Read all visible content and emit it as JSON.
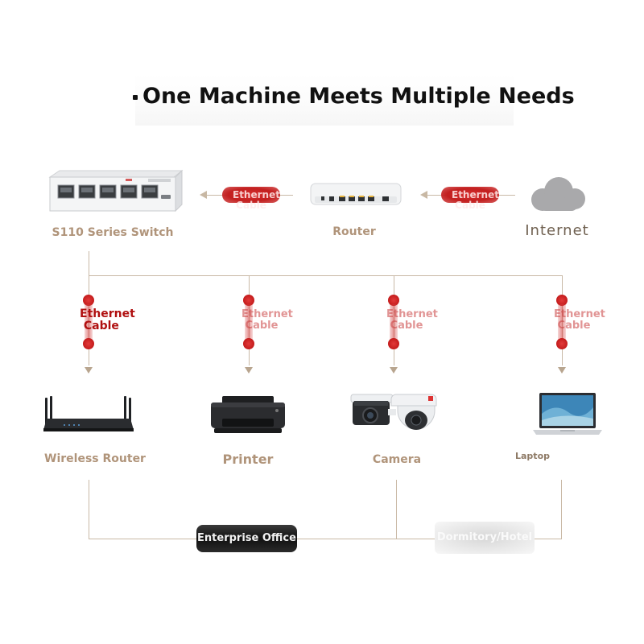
{
  "title": "One Machine Meets Multiple Needs",
  "top_row": {
    "switch_label": "S110 Series Switch",
    "router_label": "Router",
    "internet_label": "Internet",
    "cable_left": "Ethernet\n Cable",
    "cable_right": "Ethernet\n Cable"
  },
  "drops": [
    {
      "cable_text_1": "Ethernet",
      "cable_text_2": " Cable"
    },
    {
      "cable_text_1": "Ethernet",
      "cable_text_2": " Cable"
    },
    {
      "cable_text_1": "Ethernet",
      "cable_text_2": " Cable"
    },
    {
      "cable_text_1": "Ethernet",
      "cable_text_2": " Cable"
    }
  ],
  "devices": [
    {
      "label": "Wireless Router",
      "icon": "wireless-router-icon"
    },
    {
      "label": "Printer",
      "icon": "printer-icon"
    },
    {
      "label": "Camera",
      "icon": "security-camera-icon"
    },
    {
      "label": "Laptop",
      "icon": "laptop-icon"
    }
  ],
  "scenarios": {
    "office": "Enterprise Office",
    "dorm": "Dormitory/Hotel"
  },
  "colors": {
    "label": "#b0947a",
    "cable": "#c21f1f",
    "connector": "#c9b9a6"
  }
}
